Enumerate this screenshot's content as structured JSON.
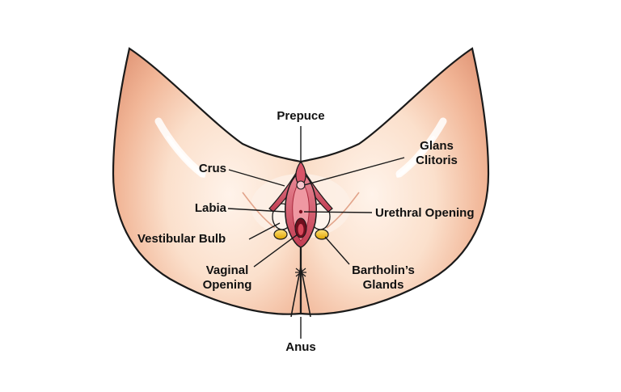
{
  "labels": {
    "prepuce": "Prepuce",
    "crus": "Crus",
    "glans_line1": "Glans",
    "glans_line2": "Clitoris",
    "labia": "Labia",
    "urethral_opening": "Urethral Opening",
    "vestibular_bulb": "Vestibular Bulb",
    "vaginal_line1": "Vaginal",
    "vaginal_line2": "Opening",
    "bartholins_line1": "Bartholin’s",
    "bartholins_line2": "Glands",
    "anus": "Anus"
  },
  "colors": {
    "skin_light": "#fbe3d2",
    "skin_mid": "#f1b89a",
    "skin_dark": "#d98a6a",
    "labia": "#c9465a",
    "inner": "#e87a86",
    "gland": "#f2c21b",
    "outline": "#1a1a1a"
  }
}
